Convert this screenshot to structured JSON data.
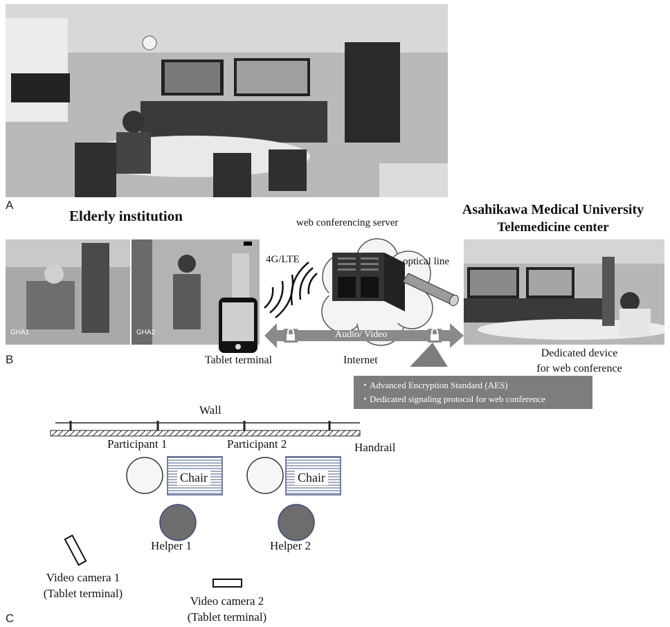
{
  "panels": {
    "a": "A",
    "b": "B",
    "c": "C"
  },
  "panel_b": {
    "left_title": "Elderly institution",
    "right_title_1": "Asahikawa Medical University",
    "right_title_2": "Telemedicine center",
    "server_label": "web conferencing server",
    "network_4g": "4G/LTE",
    "optical_label": "optical line",
    "audio_video": "Audio/ Video",
    "internet": "Internet",
    "tablet_label": "Tablet terminal",
    "device_label_1": "Dedicated device",
    "device_label_2": "for web conference",
    "photo_gha1": "GHA1",
    "photo_gha2": "GHA2",
    "callout_1": "・Advanced Encryption Standard (AES)",
    "callout_2": "・Dedicated signaling protocol for web conference"
  },
  "panel_c": {
    "wall": "Wall",
    "handrail": "Handrail",
    "participant_1": "Participant 1",
    "participant_2": "Participant 2",
    "chair": "Chair",
    "helper_1": "Helper 1",
    "helper_2": "Helper 2",
    "camera_1_line1": "Video camera 1",
    "camera_1_line2": "(Tablet terminal)",
    "camera_2_line1": "Video camera 2",
    "camera_2_line2": "(Tablet terminal)"
  },
  "colors": {
    "photo_gray": "#8f8f8f",
    "helper_fill": "#6d6d6d",
    "chair_stroke": "#4a5a8a",
    "callout_bg": "#7d7d7d",
    "arrow_gray": "#8a8a8a"
  }
}
